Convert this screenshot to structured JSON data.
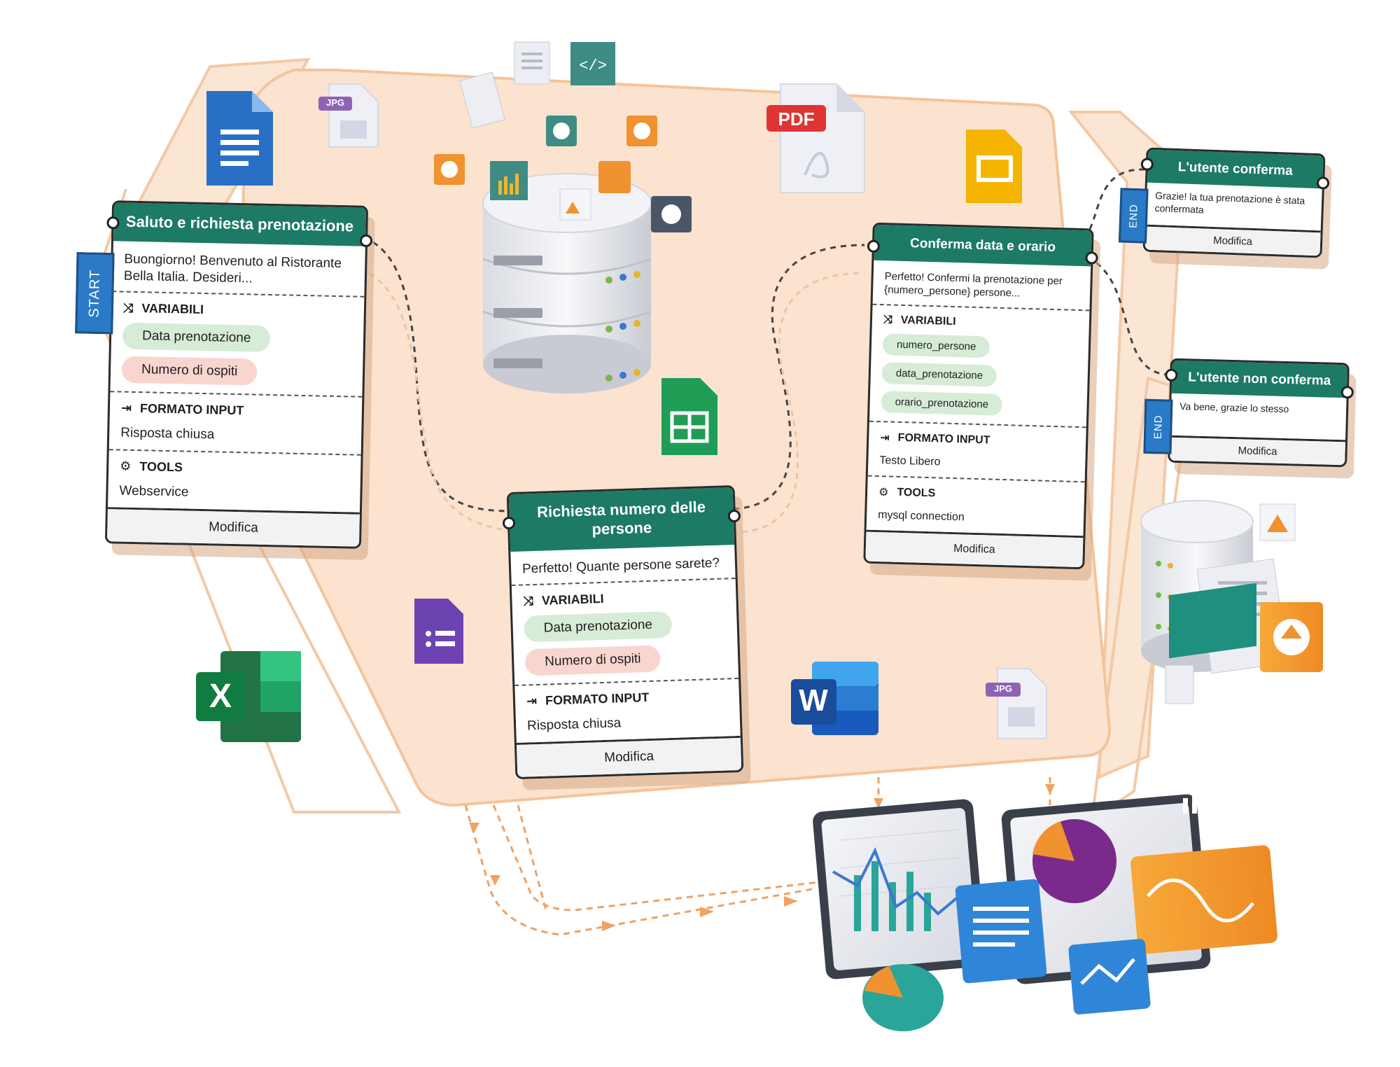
{
  "nodes": {
    "start": {
      "tag": "START",
      "title": "Saluto e richiesta prenotazione",
      "message": "Buongiorno! Benvenuto al Ristorante Bella Italia. Desideri...",
      "variabili_label": "VARIABILI",
      "variables": [
        "Data prenotazione",
        "Numero di ospiti"
      ],
      "formato_label": "FORMATO INPUT",
      "formato_value": "Risposta chiusa",
      "tools_label": "TOOLS",
      "tools_value": "Webservice",
      "footer": "Modifica"
    },
    "persone": {
      "title": "Richiesta numero delle persone",
      "message": "Perfetto! Quante persone sarete?",
      "variabili_label": "VARIABILI",
      "variables": [
        "Data prenotazione",
        "Numero di ospiti"
      ],
      "formato_label": "FORMATO INPUT",
      "formato_value": "Risposta chiusa",
      "footer": "Modifica"
    },
    "conferma": {
      "title": "Conferma data e orario",
      "message": "Perfetto! Confermi la prenotazione per {numero_persone} persone...",
      "variabili_label": "VARIABILI",
      "variables": [
        "numero_persone",
        "data_prenotazione",
        "orario_prenotazione"
      ],
      "formato_label": "FORMATO INPUT",
      "formato_value": "Testo Libero",
      "tools_label": "TOOLS",
      "tools_value": "mysql connection",
      "footer": "Modifica"
    },
    "end_yes": {
      "tag": "END",
      "title": "L'utente conferma",
      "message": "Grazie! la tua prenotazione è stata confermata",
      "footer": "Modifica"
    },
    "end_no": {
      "tag": "END",
      "title": "L'utente non conferma",
      "message": "Va bene, grazie lo stesso",
      "footer": "Modifica"
    }
  },
  "file_badges": {
    "jpg": "JPG",
    "pdf": "PDF",
    "excel": "X",
    "word": "W",
    "code": "</>"
  },
  "colors": {
    "teal_header": "#1d7a64",
    "start_end_tag": "#2a7ac7",
    "chip_green": "#d7ecd7",
    "chip_red": "#f8d5cf",
    "platform": "#fbe3cf",
    "accent_orange": "#f0922f"
  }
}
